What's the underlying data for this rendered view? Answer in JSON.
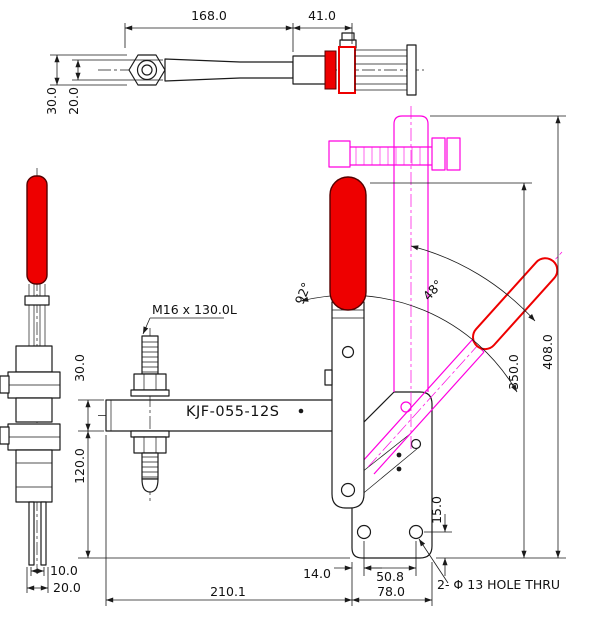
{
  "labels": {
    "model": "KJF-055-12S",
    "spindle": "M16 x 130.0L",
    "hole_note": "2- Φ 13 HOLE THRU"
  },
  "angles": {
    "handle_travel": "92°",
    "open_angle": "48°"
  },
  "dims": {
    "top": {
      "arm_len": "168.0",
      "head_len": "41.0",
      "width_outer": "30.0",
      "width_bar": "20.0"
    },
    "side": {
      "bar_gap": "10.0",
      "bar_outer": "20.0"
    },
    "front": {
      "bar_height": "30.0",
      "bar_to_base": "120.0",
      "reach": "210.1",
      "base_width": "78.0",
      "hole_offset": "14.0",
      "hole_pitch": "50.8",
      "hole_height": "15.0",
      "closed_height": "350.0",
      "open_height": "408.0"
    }
  },
  "colors": {
    "line": "#1a1a1a",
    "handle_red": "#ee0000",
    "phantom_magenta": "#ff00e0",
    "background": "#ffffff"
  }
}
